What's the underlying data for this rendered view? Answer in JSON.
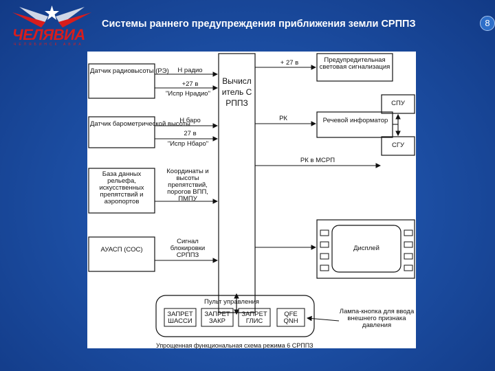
{
  "logo": {
    "name": "ЧЕЛЯВИА",
    "sub": "ЧЕЛЯБИНСК АВИА"
  },
  "title": "Системы раннего предупреждения приближения земли СРППЗ",
  "slide_number": "8",
  "diagram": {
    "sensor_radio": "Датчик радиовысоты (РЭ)",
    "sensor_baro": "Датчик барометрической высоты",
    "database": "База данных рельефа, искусственных препятствий и аэропортов",
    "auasp": "АУАСП (СОС)",
    "sig_h_radio": "Н радио",
    "sig_27_1": "+27 в",
    "sig_ispr_radio": "\"Испр Нрадио\"",
    "sig_h_baro": "Н баро",
    "sig_27_2": "27 в",
    "sig_ispr_baro": "\"Испр Нбаро\"",
    "sig_coords": "Координаты и высоты препятствий, порогов ВПП, ПМПУ",
    "sig_block": "Сигнал блокировки СРППЗ",
    "computer": "Вычислитель СРППЗ",
    "sig_27_warn": "+ 27 в",
    "warning_light": "Предупредительная световая сигнализация",
    "spu": "СПУ",
    "rk": "РК",
    "voice": "Речевой информатор",
    "sgu": "СГУ",
    "rk_msrp": "РК в МСРП",
    "display": "Дисплей",
    "control_panel": "Пульт управления",
    "btn_chassis": "ЗАПРЕТ ШАССИ",
    "btn_flaps": "ЗАПРЕТ ЗАКР",
    "btn_glis": "ЗАПРЕТ ГЛИС",
    "btn_qfe": "QFE QNH",
    "lamp_note": "Лампа-кнопка для ввода внешнего признака давления",
    "caption": "Упрощенная функциональная схема режима 6 СРППЗ"
  }
}
